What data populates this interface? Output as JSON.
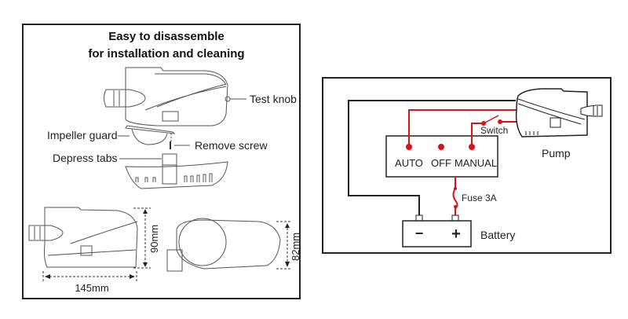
{
  "left_panel": {
    "title_line1": "Easy to disassemble",
    "title_line2": "for installation and cleaning",
    "labels": {
      "test_knob": "Test knob",
      "impeller_guard": "Impeller guard",
      "remove_screw": "Remove screw",
      "depress_tabs": "Depress tabs"
    },
    "dimensions": {
      "length": "145mm",
      "height": "90mm",
      "width": "82mm"
    }
  },
  "right_panel": {
    "switch_label": "Switch",
    "pump_label": "Pump",
    "fuse_label": "Fuse 3A",
    "battery_label": "Battery",
    "battery_negative": "−",
    "battery_positive": "+",
    "control_positions": [
      "AUTO",
      "OFF",
      "MANUAL"
    ],
    "colors": {
      "positive_wire": "#d6141e",
      "negative_wire": "#222222"
    }
  }
}
